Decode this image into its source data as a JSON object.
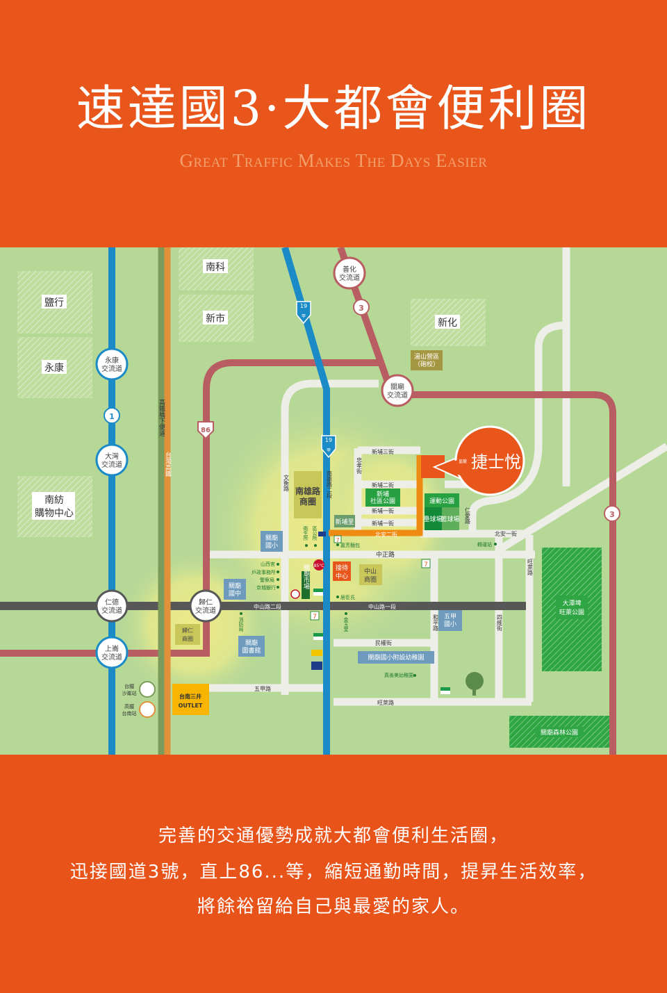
{
  "header": {
    "title": "速達國3·大都會便利圈",
    "subtitle": "Great Traffic Makes The Days Easier"
  },
  "colors": {
    "orange": "#e8561b",
    "map_green": "#b6d897",
    "freeway": "#b85e62",
    "hwy19": "#1b8bc7",
    "zhongshan": "#575757"
  },
  "map": {
    "areas": {
      "yanhang": "鹽行",
      "yongkang": "永康",
      "nanfang1": "南紡",
      "nanfang2": "購物中心",
      "nanke": "南科",
      "xinshi": "新市",
      "xinhua": "新化"
    },
    "interchanges": {
      "shanhua": [
        "善化",
        "交流道"
      ],
      "guanmiao": [
        "關廟",
        "交流道"
      ],
      "yongkang": [
        "永康",
        "交流道"
      ],
      "dawan": [
        "大灣",
        "交流道"
      ],
      "rende": [
        "仁德",
        "交流道"
      ],
      "shanglun": [
        "上崙",
        "交流道"
      ],
      "guiren": [
        "歸仁",
        "交流道"
      ]
    },
    "shields": {
      "fwy1": "1",
      "fwy3": "3",
      "hwy86": "86",
      "hwy19a": "19",
      "jia": "甲"
    },
    "site": {
      "prefix": "皇龍",
      "name": "捷士悅"
    },
    "roads": {
      "hsr_road": "高鐵橋下便道",
      "hsr": "台灣高鐵",
      "wenheng": "文衡路",
      "nanxiong": "南雄路二段",
      "zhongxiao": "忠孝街",
      "xinpu3": "新埔三街",
      "xinpu2": "新埔二街",
      "xinpu1a": "新埔一街",
      "xinpu1b": "新埔一街",
      "beixin": "北新街",
      "beian2": "北安二街",
      "beian1": "北安一街",
      "renai": "仁愛路",
      "zhongzheng": "中正路",
      "zs2": "中山路二段",
      "zs1": "中山路一段",
      "minquan": "民權街",
      "wujia": "五甲路",
      "wanglai_h": "旺萊路",
      "wanglai_v": "旺萊路",
      "heping": "和平路",
      "siwei": "四維街"
    },
    "blocks": {
      "nanxiong_biz": [
        "南雄路",
        "商圈"
      ],
      "xinpu_park": [
        "新埔",
        "社區公園"
      ],
      "sports_park": "運動公園",
      "baseball": "壘球場",
      "basketball": "籃球場",
      "xinpu_li": "新埔里",
      "gm_elem": [
        "關廟",
        "國小"
      ],
      "gm_junior": [
        "關廟",
        "國中"
      ],
      "gm_library": [
        "關廟",
        "圖書館"
      ],
      "reception": [
        "接待",
        "中心"
      ],
      "zhongshan_biz": [
        "中山",
        "商圈"
      ],
      "gm_market": "關廟市場",
      "wujia_elem": [
        "五甲",
        "國小"
      ],
      "kindergarten": "關廟國小附設幼稚園",
      "guiren_biz": [
        "歸仁",
        "商圈"
      ],
      "outlet": [
        "台南三井",
        "OUTLET"
      ],
      "tangshan": [
        "湯山營區",
        "（砲校）"
      ],
      "datan_park": [
        "大潭埤",
        "旺萊公園"
      ],
      "forest_park": "關廟森林公園"
    },
    "pois": {
      "clinic": "衛生所",
      "office": "區公所",
      "bakery": "嘉芳麵包",
      "shanxi": "山西宮",
      "household": "戶政事務所",
      "police": "警察局",
      "bank": "京城銀行",
      "fire": "消防局",
      "jinyu": "金玉堂",
      "juchen": "居臣氏",
      "zhenshan": "真善美幼稚園",
      "transfer": "轉運站"
    },
    "stations": {
      "tra": [
        "台鐵",
        "沙崙站"
      ],
      "hsr": [
        "高鐵",
        "台南站"
      ]
    },
    "brands": {
      "seven": "7",
      "cafe85": "85°C"
    }
  },
  "footer": {
    "lines": [
      "完善的交通優勢成就大都會便利生活圈，",
      "迅接國道3號，直上86...等，縮短通勤時間，提昇生活效率，",
      "將餘裕留給自己與最愛的家人。"
    ]
  }
}
